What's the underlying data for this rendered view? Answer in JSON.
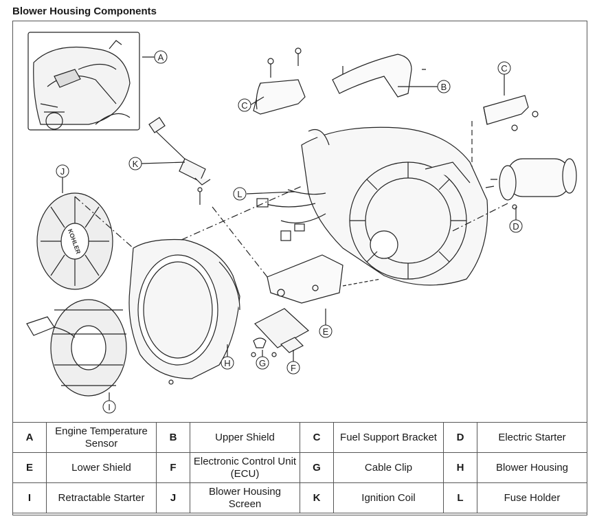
{
  "title": "Blower Housing Components",
  "callouts": [
    "A",
    "B",
    "C",
    "C",
    "D",
    "E",
    "F",
    "G",
    "H",
    "I",
    "J",
    "K",
    "L"
  ],
  "stamp_text": "KOHLER",
  "legend": [
    [
      {
        "key": "A",
        "label": "Engine Temperature Sensor"
      },
      {
        "key": "B",
        "label": "Upper Shield"
      },
      {
        "key": "C",
        "label": "Fuel Support Bracket"
      },
      {
        "key": "D",
        "label": "Electric Starter"
      }
    ],
    [
      {
        "key": "E",
        "label": "Lower Shield"
      },
      {
        "key": "F",
        "label": "Electronic Control Unit (ECU)"
      },
      {
        "key": "G",
        "label": "Cable Clip"
      },
      {
        "key": "H",
        "label": "Blower Housing"
      }
    ],
    [
      {
        "key": "I",
        "label": "Retractable Starter"
      },
      {
        "key": "J",
        "label": "Blower Housing Screen"
      },
      {
        "key": "K",
        "label": "Ignition Coil"
      },
      {
        "key": "L",
        "label": "Fuse Holder"
      }
    ]
  ]
}
